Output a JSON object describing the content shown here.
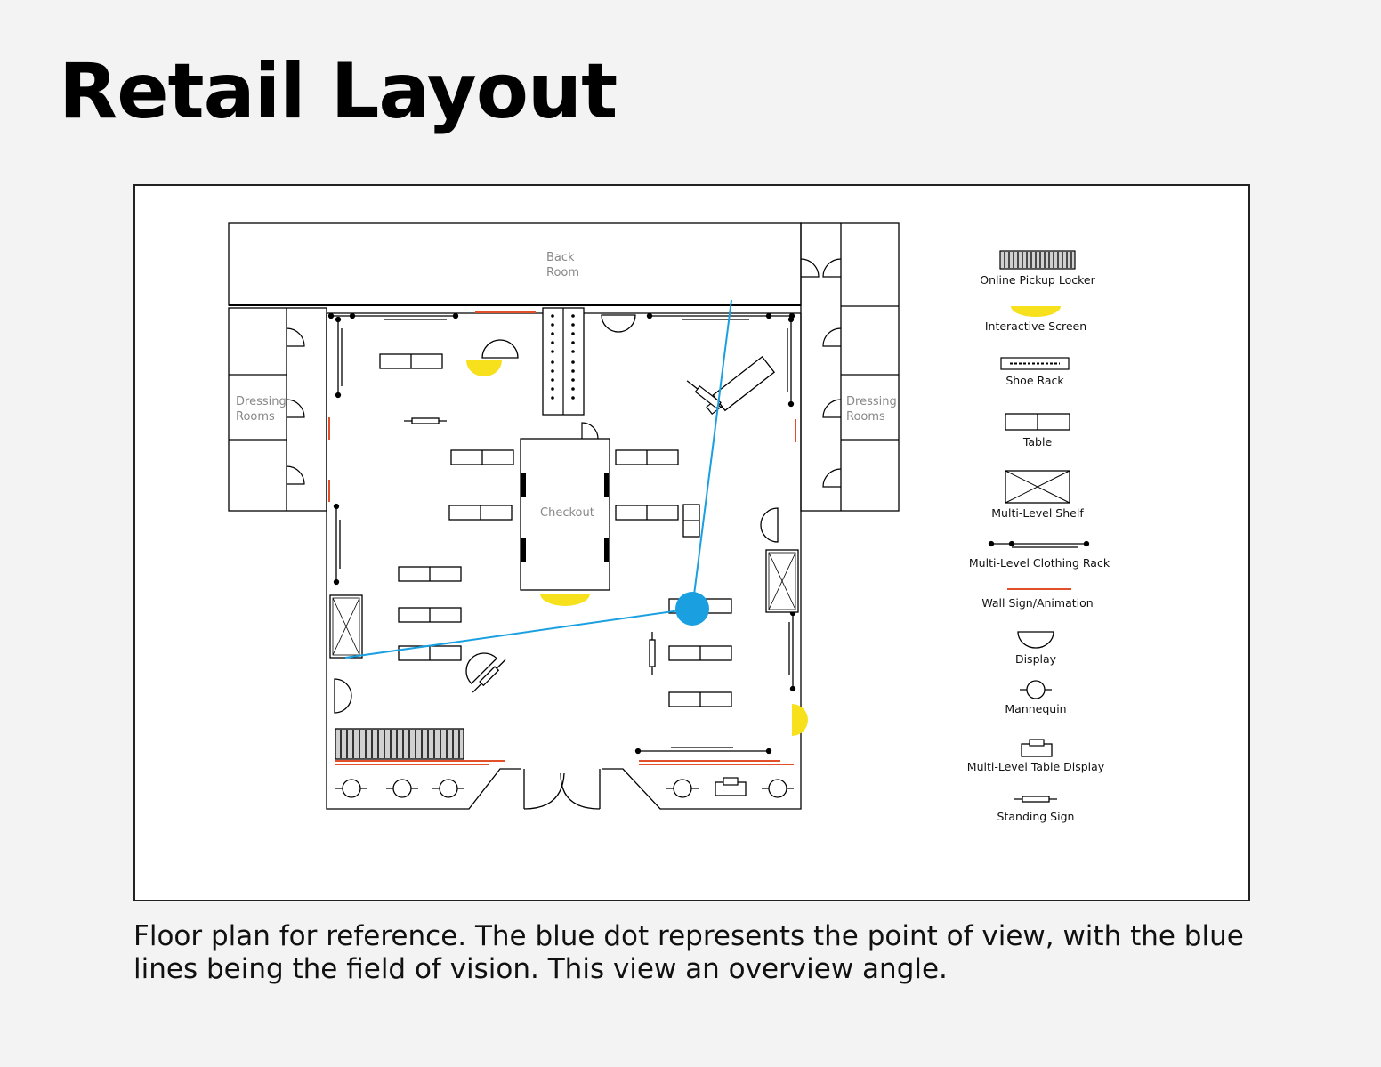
{
  "title": "Retail Layout",
  "caption": "Floor plan for reference. The blue dot represents the point of view, with the blue lines being the field of vision. This view an overview angle.",
  "colors": {
    "background": "#f3f3f3",
    "wall": "#000000",
    "screen": "#f7e01c",
    "sign": "#e2502a",
    "view": "#1aa0e0",
    "room_label": "#888888"
  },
  "rooms": {
    "back_room": [
      "Back",
      "Room"
    ],
    "dressing_left": [
      "Dressing",
      "Rooms"
    ],
    "dressing_right": [
      "Dressing",
      "Rooms"
    ],
    "checkout": "Checkout"
  },
  "legend": [
    {
      "id": "locker",
      "label": "Online Pickup Locker"
    },
    {
      "id": "screen",
      "label": "Interactive Screen"
    },
    {
      "id": "shoe",
      "label": "Shoe Rack"
    },
    {
      "id": "table",
      "label": "Table"
    },
    {
      "id": "shelf",
      "label": "Multi-Level Shelf"
    },
    {
      "id": "rack",
      "label": "Multi-Level Clothing Rack"
    },
    {
      "id": "sign",
      "label": "Wall Sign/Animation"
    },
    {
      "id": "display",
      "label": "Display"
    },
    {
      "id": "mannequin",
      "label": "Mannequin"
    },
    {
      "id": "tabledisplay",
      "label": "Multi-Level Table Display"
    },
    {
      "id": "standing",
      "label": "Standing Sign"
    }
  ]
}
